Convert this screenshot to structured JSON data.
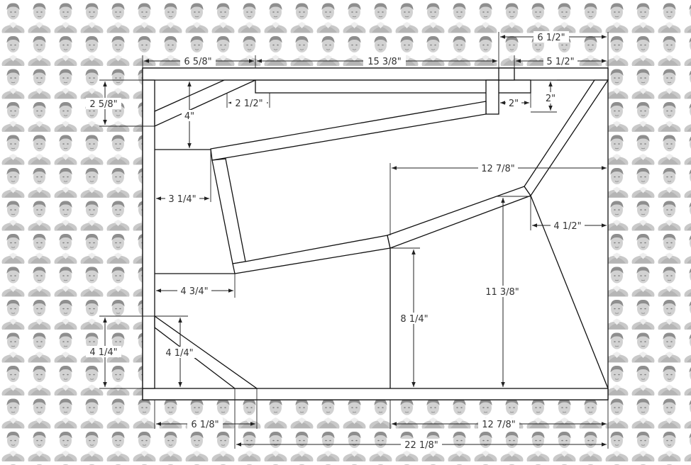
{
  "colors": {
    "background_pattern": "#d8d8d8",
    "sheet": "#ffffff",
    "line": "#111111",
    "dimension_text": "#333333"
  },
  "background": {
    "icon": "portrait-tile-icon"
  },
  "dimensions": {
    "top_left_width": "6 5/8\"",
    "top_middle_width": "15 3/8\"",
    "top_right_outer": "6 1/2\"",
    "top_right_inner": "5 1/2\"",
    "left_notch_height": "2 5/8\"",
    "left_upper_height": "4\"",
    "notch_width_left": "2 1/2\"",
    "notch_width_right": "2\"",
    "notch_height_right": "2\"",
    "upper_offset": "3 1/4\"",
    "right_upper_width": "12 7/8\"",
    "right_corner_offset": "4 1/2\"",
    "center_height": "11 3/8\"",
    "mid_height": "8 1/4\"",
    "left_lower_offset": "4 3/4\"",
    "lower_left_height_outer": "4 1/4\"",
    "lower_left_height_inner": "4 1/4\"",
    "bottom_left_width": "6 1/8\"",
    "bottom_right_width": "12 7/8\"",
    "bottom_total_width": "22 1/8\""
  }
}
